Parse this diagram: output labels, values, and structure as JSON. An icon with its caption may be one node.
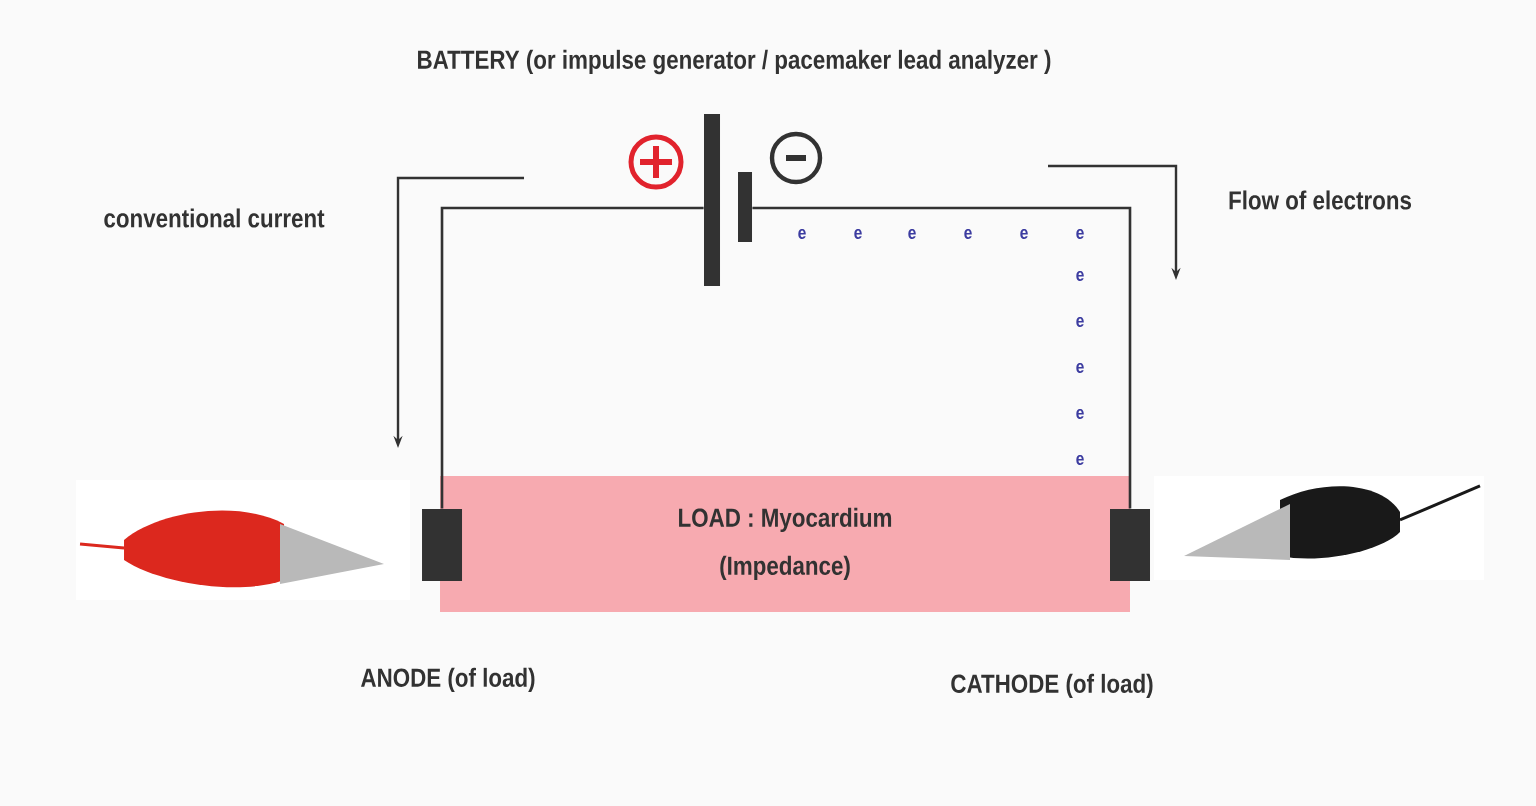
{
  "diagram": {
    "nodes": [
      {
        "text": [
          "LOAD : Myocardium",
          "(Impedance)"
        ]
      },
      {
        "text": [
          "BATTERY (or impulse generator / pacemaker lead analyzer )"
        ]
      },
      {
        "text": [],
        "shape": "box",
        "beside": [
          "ANODE (of load)"
        ]
      },
      {
        "text": [],
        "shape": "box",
        "beside": [
          "CATHODE (of load)"
        ]
      }
    ],
    "edges": [
      {
        "from": 1,
        "to": 2,
        "arrow": "none"
      },
      {
        "from": 1,
        "to": 3,
        "arrow": "none"
      }
    ],
    "labels": [
      "conventional current",
      "Flow of electrons",
      "e",
      "e",
      "e",
      "e",
      "e",
      "e",
      "e",
      "e",
      "e",
      "e",
      "e"
    ]
  }
}
